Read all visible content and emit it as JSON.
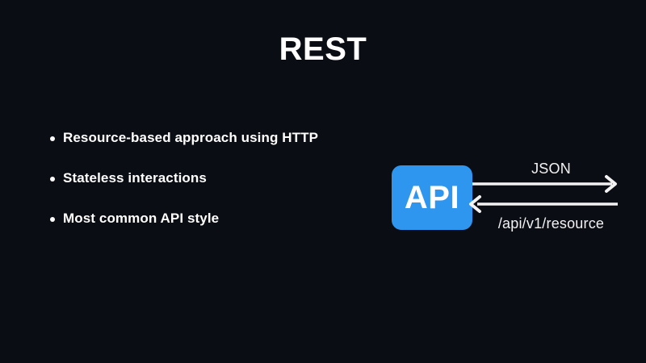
{
  "slide": {
    "title": "REST",
    "background_color": "#0b0d14",
    "text_color": "#ffffff",
    "accent_color": "#2f96f0"
  },
  "bullets": [
    {
      "label": "Resource-based approach using HTTP"
    },
    {
      "label": "Stateless interactions"
    },
    {
      "label": "Most common API style"
    }
  ],
  "diagram": {
    "box_label": "API",
    "box_color": "#2f96f0",
    "request_label": "JSON",
    "response_label": "/api/v1/resource",
    "arrow_color": "#f2f2f2"
  }
}
